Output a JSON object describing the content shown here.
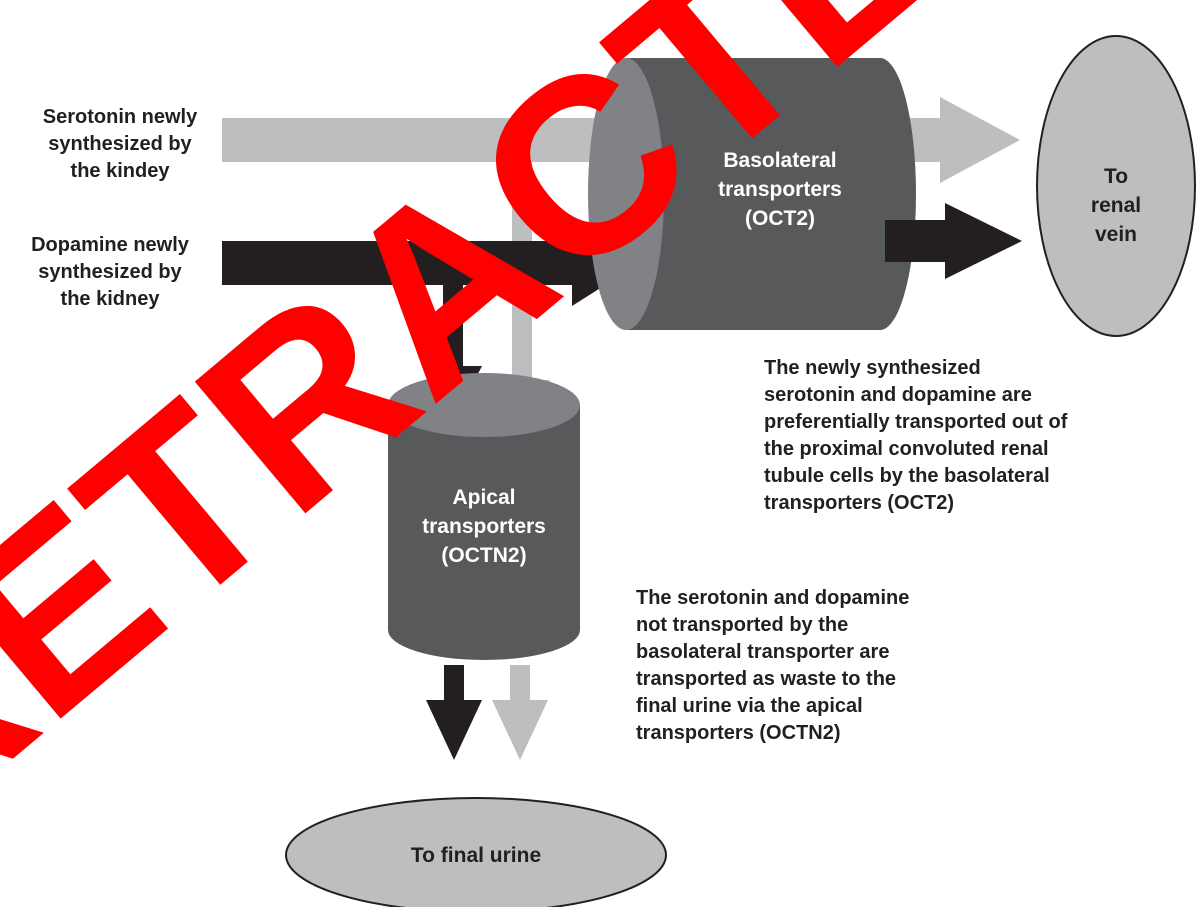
{
  "labels": {
    "serotonin_input": "Serotonin newly\nsynthesized by\nthe kindey",
    "dopamine_input": "Dopamine newly\nsynthesized by\nthe kidney",
    "basolateral_transporters": "Basolateral\ntransporters\n(OCT2)",
    "apical_transporters": "Apical\ntransporters\n(OCTN2)",
    "renal_vein": "To\nrenal\nvein",
    "final_urine": "To final urine",
    "basolateral_note": "The newly synthesized\nserotonin and dopamine are\npreferentially transported out of\nthe proximal convoluted renal\ntubule cells by the basolateral\ntransporters (OCT2)",
    "apical_note": "The serotonin and dopamine\nnot transported by the\nbasolateral transporter are\ntransported as waste to the\nfinal urine via the apical\ntransporters (OCTN2)"
  },
  "watermark": {
    "text": "RETRACTED",
    "color": "#ff0000"
  },
  "colors": {
    "serotonin_arrow": "#bcbec0",
    "dopamine_arrow": "#231f20",
    "transporter_body": "#58595b",
    "transporter_top": "#808285",
    "destination_fill": "#bcbec0",
    "text": "#231f20"
  }
}
